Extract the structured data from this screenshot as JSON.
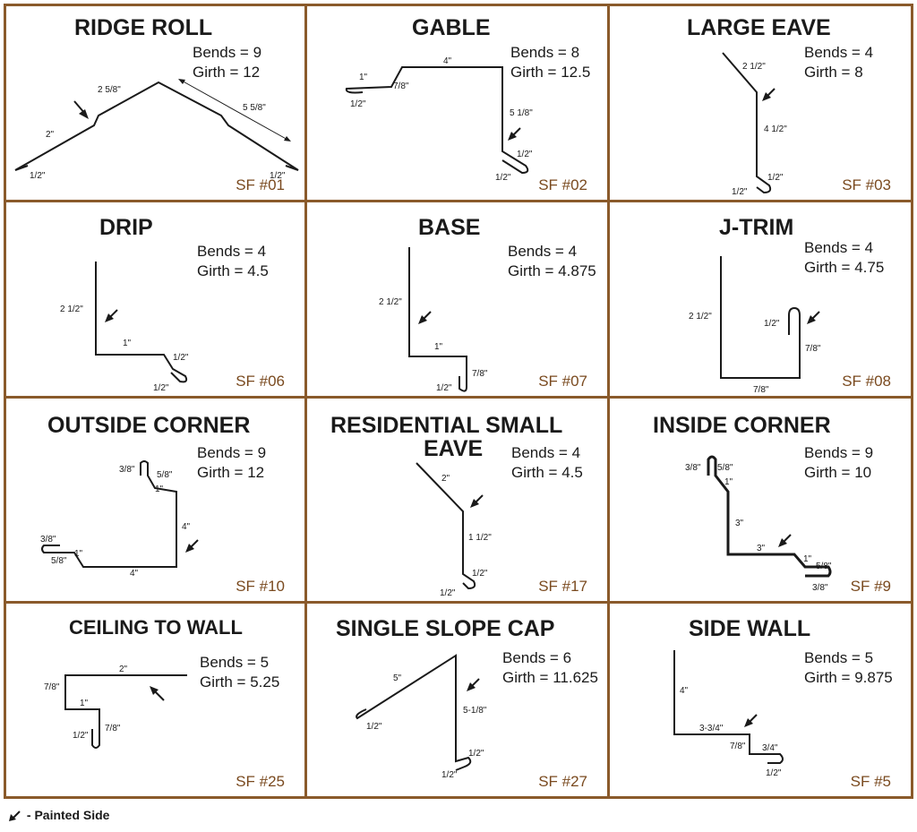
{
  "legend": {
    "text": "- Painted Side",
    "icon": "arrow-icon"
  },
  "panels": [
    {
      "id": "ridge-roll",
      "title": "RIDGE ROLL",
      "bends": "Bends = 9",
      "girth": "Girth = 12",
      "code": "SF #01",
      "dims": [
        "2 5/8\"",
        "5 5/8\"",
        "2\"",
        "1/2\"",
        "1/2\""
      ]
    },
    {
      "id": "gable",
      "title": "GABLE",
      "bends": "Bends = 8",
      "girth": "Girth = 12.5",
      "code": "SF #02",
      "dims": [
        "4\"",
        "1\"",
        "7/8\"",
        "1/2\"",
        "5 1/8\"",
        "1/2\"",
        "1/2\""
      ]
    },
    {
      "id": "large-eave",
      "title": "LARGE EAVE",
      "bends": "Bends = 4",
      "girth": "Girth = 8",
      "code": "SF #03",
      "dims": [
        "2 1/2\"",
        "4 1/2\"",
        "1/2\"",
        "1/2\""
      ]
    },
    {
      "id": "drip",
      "title": "DRIP",
      "bends": "Bends = 4",
      "girth": "Girth = 4.5",
      "code": "SF #06",
      "dims": [
        "2 1/2\"",
        "1\"",
        "1/2\"",
        "1/2\""
      ]
    },
    {
      "id": "base",
      "title": "BASE",
      "bends": "Bends = 4",
      "girth": "Girth = 4.875",
      "code": "SF #07",
      "dims": [
        "2 1/2\"",
        "1\"",
        "7/8\"",
        "1/2\""
      ]
    },
    {
      "id": "j-trim",
      "title": "J-TRIM",
      "bends": "Bends = 4",
      "girth": "Girth = 4.75",
      "code": "SF #08",
      "dims": [
        "2 1/2\"",
        "1/2\"",
        "7/8\"",
        "7/8\""
      ]
    },
    {
      "id": "outside-corner",
      "title": "OUTSIDE CORNER",
      "bends": "Bends = 9",
      "girth": "Girth = 12",
      "code": "SF #10",
      "dims": [
        "3/8\"",
        "5/8\"",
        "1\"",
        "4\"",
        "3/8\"",
        "1\"",
        "5/8\"",
        "4\""
      ]
    },
    {
      "id": "residential-small-eave",
      "title": "RESIDENTIAL SMALL",
      "title2": "EAVE",
      "bends": "Bends = 4",
      "girth": "Girth = 4.5",
      "code": "SF #17",
      "dims": [
        "2\"",
        "1 1/2\"",
        "1/2\"",
        "1/2\""
      ]
    },
    {
      "id": "inside-corner",
      "title": "INSIDE CORNER",
      "bends": "Bends = 9",
      "girth": "Girth = 10",
      "code": "SF #9",
      "dims": [
        "3/8\"",
        "5/8\"",
        "1\"",
        "3\"",
        "3\"",
        "1\"",
        "5/8\"",
        "3/8\""
      ]
    },
    {
      "id": "ceiling-to-wall",
      "title": "CEILING TO WALL",
      "bends": "Bends = 5",
      "girth": "Girth = 5.25",
      "code": "SF #25",
      "dims": [
        "2\"",
        "7/8\"",
        "1\"",
        "1/2\"",
        "7/8\""
      ]
    },
    {
      "id": "single-slope-cap",
      "title": "SINGLE SLOPE CAP",
      "bends": "Bends = 6",
      "girth": "Girth = 11.625",
      "code": "SF #27",
      "dims": [
        "5\"",
        "5-1/8\"",
        "1/2\"",
        "1/2\"",
        "1/2\""
      ]
    },
    {
      "id": "side-wall",
      "title": "SIDE WALL",
      "bends": "Bends = 5",
      "girth": "Girth = 9.875",
      "code": "SF #5",
      "dims": [
        "4\"",
        "3-3/4\"",
        "7/8\"",
        "3/4\"",
        "1/2\""
      ]
    }
  ]
}
